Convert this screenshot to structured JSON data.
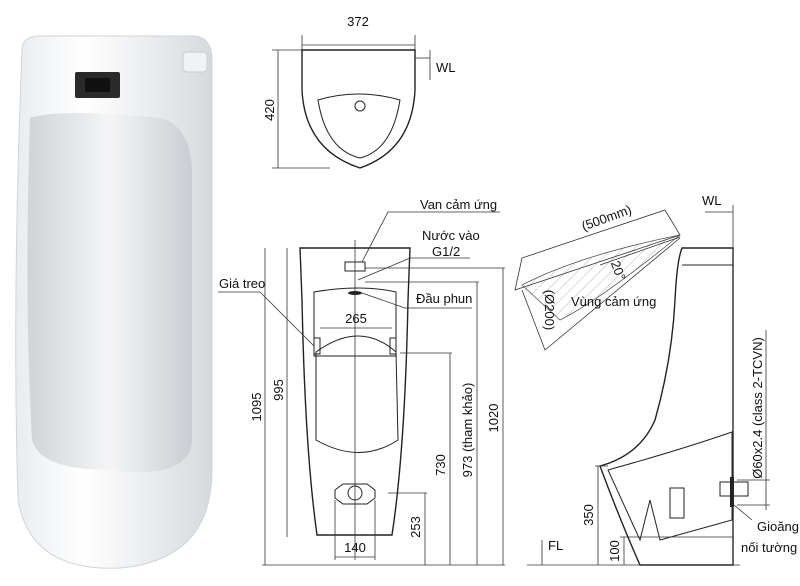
{
  "top_view": {
    "width_label": "372",
    "depth_label": "420",
    "wl_label": "WL"
  },
  "front_view": {
    "labels": {
      "sensor_valve": "Van cảm ứng",
      "water_inlet": "Nước vào",
      "inlet_size": "G1/2",
      "spray_head": "Đầu phun",
      "hanger": "Giá treo"
    },
    "dimensions": {
      "hanger_spacing": "265",
      "outlet_width": "140",
      "outlet_height": "253",
      "total_height": "1095",
      "body_height": "995",
      "hanger_height": "730",
      "reference_height": "973 (tham khảo)",
      "inlet_height": "1020"
    }
  },
  "side_view": {
    "wl_label": "WL",
    "fl_label": "FL",
    "sensor_range": "(500mm)",
    "sensor_diameter": "(Ø200)",
    "angle": "20°",
    "sensor_zone": "Vùng cảm ứng",
    "pipe_spec": "Ø60x2.4 (class 2-TCVN)",
    "rim_height": "350",
    "base_height": "100",
    "gasket_line1": "Gioăng",
    "gasket_line2": "nối tường"
  },
  "colors": {
    "line": "#222222",
    "ceramic": "#ffffff",
    "sensor": "#2a2a2a"
  }
}
